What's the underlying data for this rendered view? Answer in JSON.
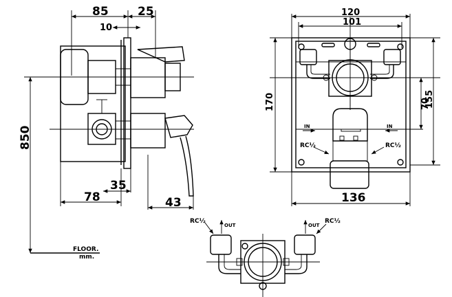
{
  "dimensions": {
    "side_width_85": "85",
    "side_offset_25": "25",
    "side_offset_10": "10",
    "height_850": "850",
    "side_35": "35",
    "side_78": "78",
    "side_43": "43",
    "front_120": "120",
    "front_101": "101",
    "front_170": "170",
    "front_70": "70",
    "front_155": "155",
    "front_136": "136"
  },
  "labels": {
    "floor": "FLOOR.",
    "mm": "mm.",
    "in_left": "IN",
    "in_right": "IN",
    "rc_front_left": "RC½",
    "rc_front_right": "RC½",
    "rc_bottom_left": "RC½",
    "rc_bottom_right": "RC½",
    "out_left": "OUT",
    "out_right": "OUT"
  }
}
